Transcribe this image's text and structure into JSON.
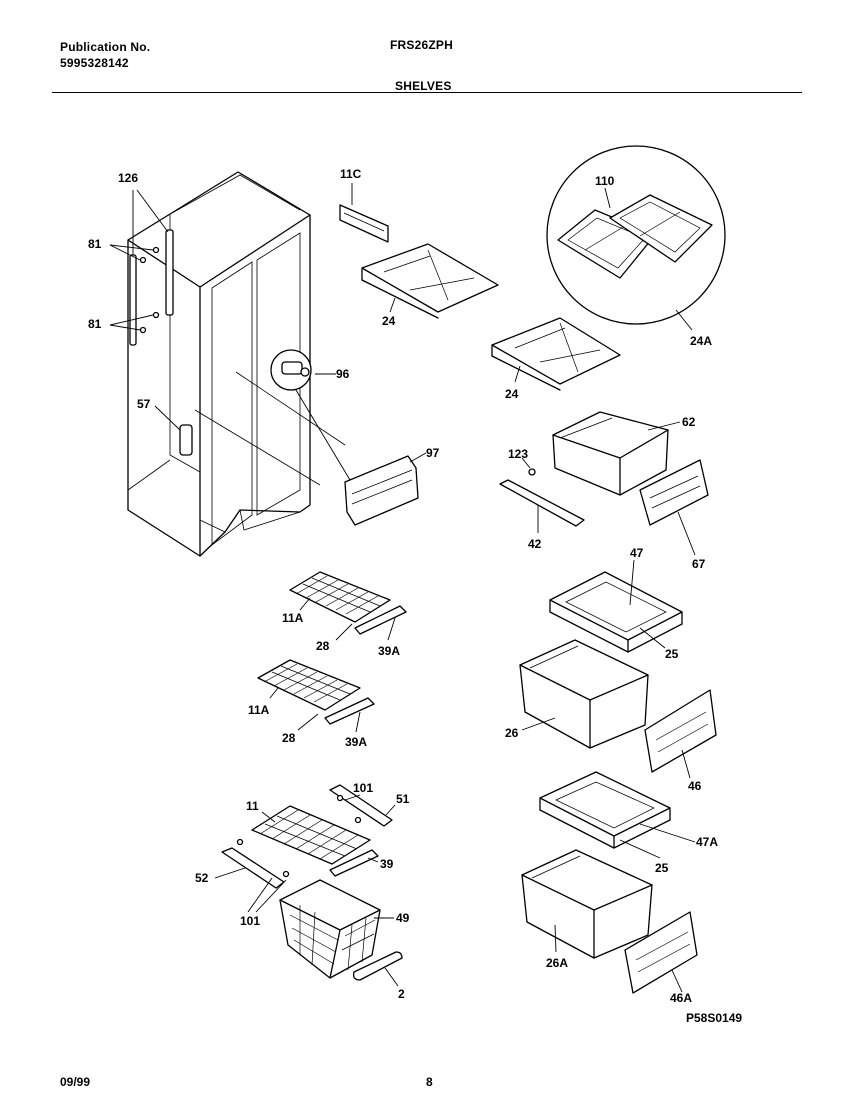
{
  "header": {
    "publication_label": "Publication No.",
    "publication_number": "5995328142",
    "model": "FRS26ZPH",
    "section": "SHELVES"
  },
  "footer": {
    "date": "09/99",
    "page": "8",
    "diagram_code": "P58S0149"
  },
  "callouts": {
    "c126": "126",
    "c81a": "81",
    "c81b": "81",
    "c57": "57",
    "c96": "96",
    "c97": "97",
    "c11C": "11C",
    "c24a": "24",
    "c24b": "24",
    "c110": "110",
    "c24A": "24A",
    "c62": "62",
    "c123": "123",
    "c42": "42",
    "c67": "67",
    "c11Aa": "11A",
    "c28a": "28",
    "c39Aa": "39A",
    "c11Ab": "11A",
    "c28b": "28",
    "c39Ab": "39A",
    "c47": "47",
    "c25a": "25",
    "c26": "26",
    "c46": "46",
    "c101a": "101",
    "c51": "51",
    "c11": "11",
    "c39": "39",
    "c52": "52",
    "c101b": "101",
    "c49": "49",
    "c2": "2",
    "c47A": "47A",
    "c25b": "25",
    "c26A": "26A",
    "c46A": "46A"
  }
}
